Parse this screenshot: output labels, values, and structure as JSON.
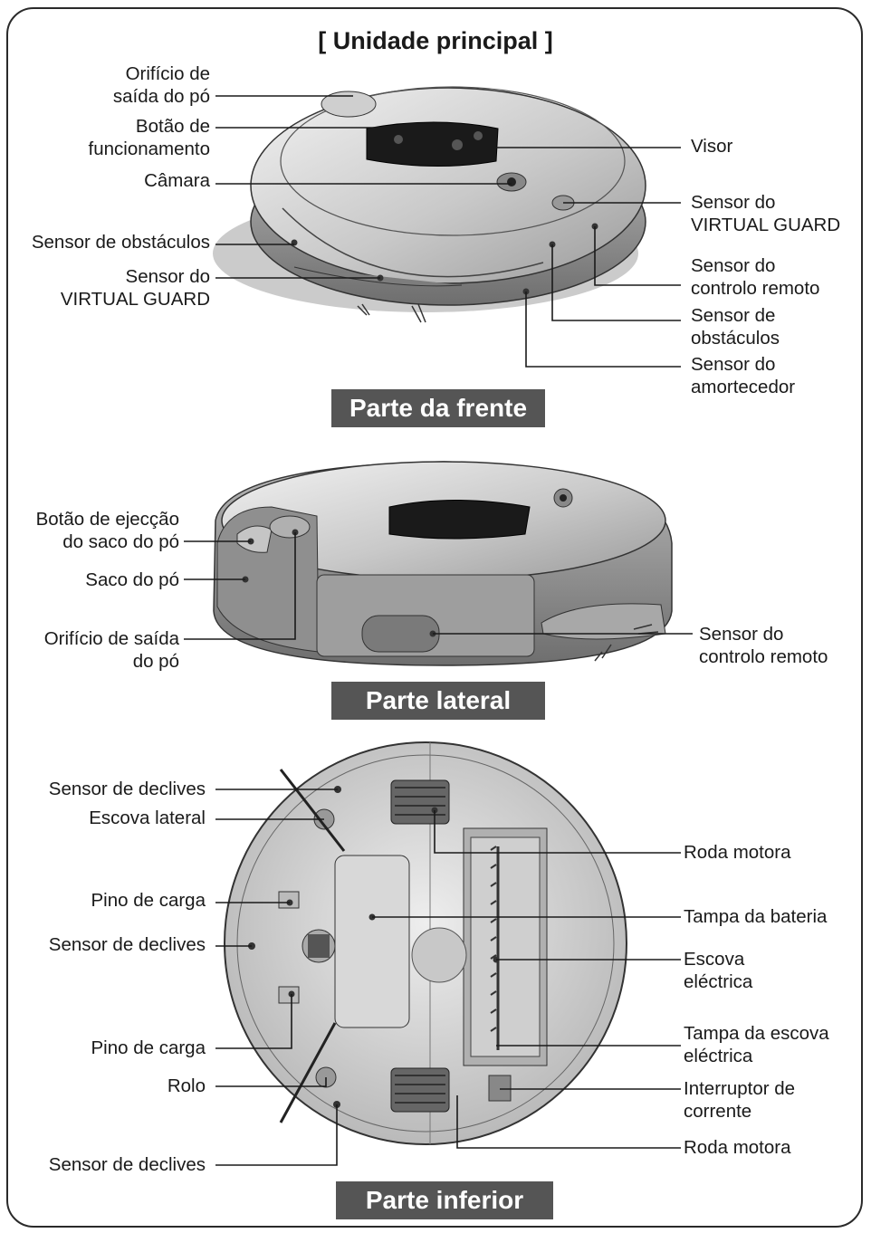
{
  "title": "[ Unidade principal ]",
  "sections": {
    "front": "Parte da frente",
    "side": "Parte lateral",
    "bottom": "Parte inferior"
  },
  "front_labels": {
    "dust_outlet": "Orifício de\nsaída do pó",
    "operation_button": "Botão de\nfuncionamento",
    "camera": "Câmara",
    "obstacle_sensor_left": "Sensor de obstáculos",
    "virtual_guard_left": "Sensor do\nVIRTUAL GUARD",
    "display": "Visor",
    "virtual_guard_right": "Sensor do\nVIRTUAL GUARD",
    "remote_sensor": "Sensor do\ncontrolo remoto",
    "obstacle_sensor_right": "Sensor de\nobstáculos",
    "bumper_sensor": "Sensor do\namortecedor"
  },
  "side_labels": {
    "eject_button": "Botão de ejecção\ndo saco do pó",
    "dust_bag": "Saco do pó",
    "dust_outlet": "Orifício de saída\ndo pó",
    "remote_sensor": "Sensor do\ncontrolo remoto"
  },
  "bottom_labels": {
    "cliff_sensor_1": "Sensor de declives",
    "side_brush": "Escova lateral",
    "charge_pin_1": "Pino de carga",
    "cliff_sensor_2": "Sensor de declives",
    "charge_pin_2": "Pino de carga",
    "roller": "Rolo",
    "cliff_sensor_3": "Sensor de declives",
    "drive_wheel_1": "Roda motora",
    "battery_cover": "Tampa da bateria",
    "power_brush": "Escova\neléctrica",
    "power_brush_cover": "Tampa da escova\neléctrica",
    "power_switch": "Interruptor de\ncorrente",
    "drive_wheel_2": "Roda motora"
  },
  "colors": {
    "body_light": "#d4d4d4",
    "body_dark": "#8a8a8a",
    "section_bg": "#555555",
    "line": "#1a1a1a"
  }
}
